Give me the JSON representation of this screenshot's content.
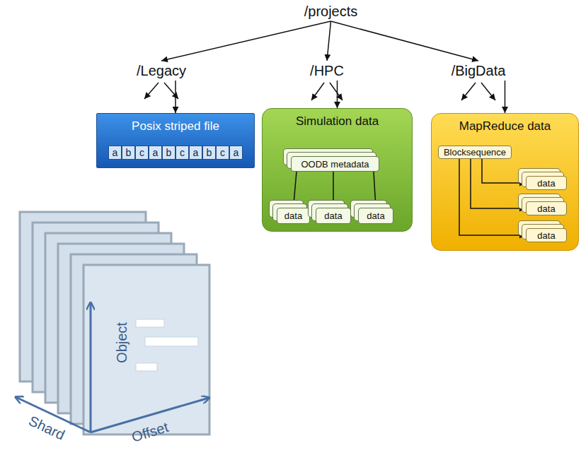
{
  "diagram": {
    "nodes": [
      {
        "text": [
          "/projects"
        ]
      },
      {
        "text": [
          "/Legacy"
        ]
      },
      {
        "text": [
          "/HPC"
        ]
      },
      {
        "text": [
          "/BigData"
        ]
      },
      {
        "text": [
          "Posix striped file"
        ]
      },
      {
        "text": [
          "a"
        ],
        "in": 4
      },
      {
        "text": [
          "b"
        ],
        "in": 4
      },
      {
        "text": [
          "c"
        ],
        "in": 4
      },
      {
        "text": [
          "a"
        ],
        "in": 4
      },
      {
        "text": [
          "b"
        ],
        "in": 4
      },
      {
        "text": [
          "c"
        ],
        "in": 4
      },
      {
        "text": [
          "a"
        ],
        "in": 4
      },
      {
        "text": [
          "b"
        ],
        "in": 4
      },
      {
        "text": [
          "c"
        ],
        "in": 4
      },
      {
        "text": [
          "a"
        ],
        "in": 4
      },
      {
        "text": [
          "Simulation data"
        ]
      },
      {
        "text": [
          "OODB metadata"
        ],
        "in": 15
      },
      {
        "text": [
          "data"
        ],
        "in": 15
      },
      {
        "text": [
          "data"
        ],
        "in": 15
      },
      {
        "text": [
          "data"
        ],
        "in": 15
      },
      {
        "text": [
          "MapReduce data"
        ]
      },
      {
        "text": [
          "Blocksequence"
        ],
        "in": 20
      },
      {
        "text": [
          "data"
        ],
        "in": 20
      },
      {
        "text": [
          "data"
        ],
        "in": 20
      },
      {
        "text": [
          "data"
        ],
        "in": 20
      }
    ],
    "edges": [
      {
        "from": 0,
        "to": 1,
        "arrow": "to"
      },
      {
        "from": 0,
        "to": 2,
        "arrow": "to"
      },
      {
        "from": 0,
        "to": 3,
        "arrow": "to"
      },
      {
        "from": 1,
        "to": 4,
        "arrow": "to"
      },
      {
        "from": 2,
        "to": 15,
        "arrow": "to"
      },
      {
        "from": 3,
        "to": 20,
        "arrow": "to"
      },
      {
        "from": 16,
        "to": 17,
        "arrow": "to"
      },
      {
        "from": 16,
        "to": 18,
        "arrow": "to"
      },
      {
        "from": 16,
        "to": 19,
        "arrow": "to"
      },
      {
        "from": 21,
        "to": 22,
        "arrow": "to"
      },
      {
        "from": 21,
        "to": 23,
        "arrow": "to"
      },
      {
        "from": 21,
        "to": 24,
        "arrow": "to"
      }
    ],
    "labels": [
      "Object",
      "Shard",
      "Offset"
    ]
  }
}
